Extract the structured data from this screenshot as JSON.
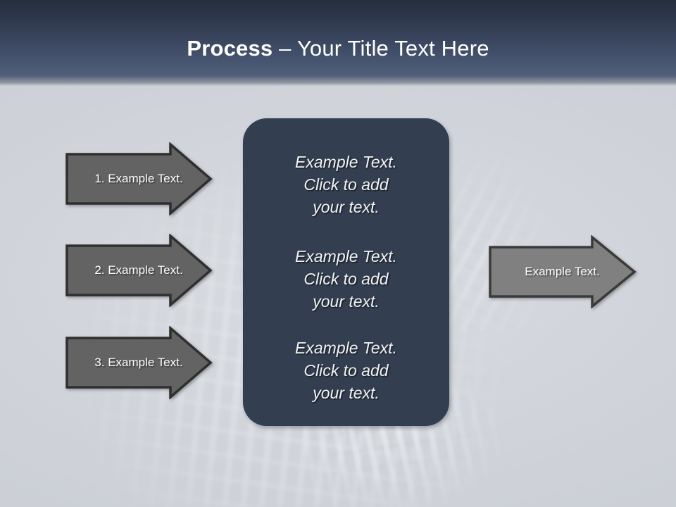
{
  "slide": {
    "title_bold": "Process",
    "title_rest": " – Your Title Text Here",
    "background_color": "#ced2d8",
    "banner_color_top": "#262f3f",
    "banner_color_bottom": "#525f79"
  },
  "input_arrows": [
    {
      "label": "1. Example Text.",
      "fill": "#636363",
      "stroke": "#2f2f2f"
    },
    {
      "label": "2. Example Text.",
      "fill": "#636363",
      "stroke": "#2f2f2f"
    },
    {
      "label": "3. Example Text.",
      "fill": "#636363",
      "stroke": "#2f2f2f"
    }
  ],
  "center_panel": {
    "fill": "#333f50",
    "blocks": [
      "Example Text.\nClick  to add\nyour text.",
      "Example Text.\nClick  to add\nyour text.",
      "Example Text.\nClick  to add\nyour text."
    ]
  },
  "output_arrow": {
    "label": "Example Text.",
    "fill": "#808080",
    "stroke": "#3a3a3a"
  }
}
